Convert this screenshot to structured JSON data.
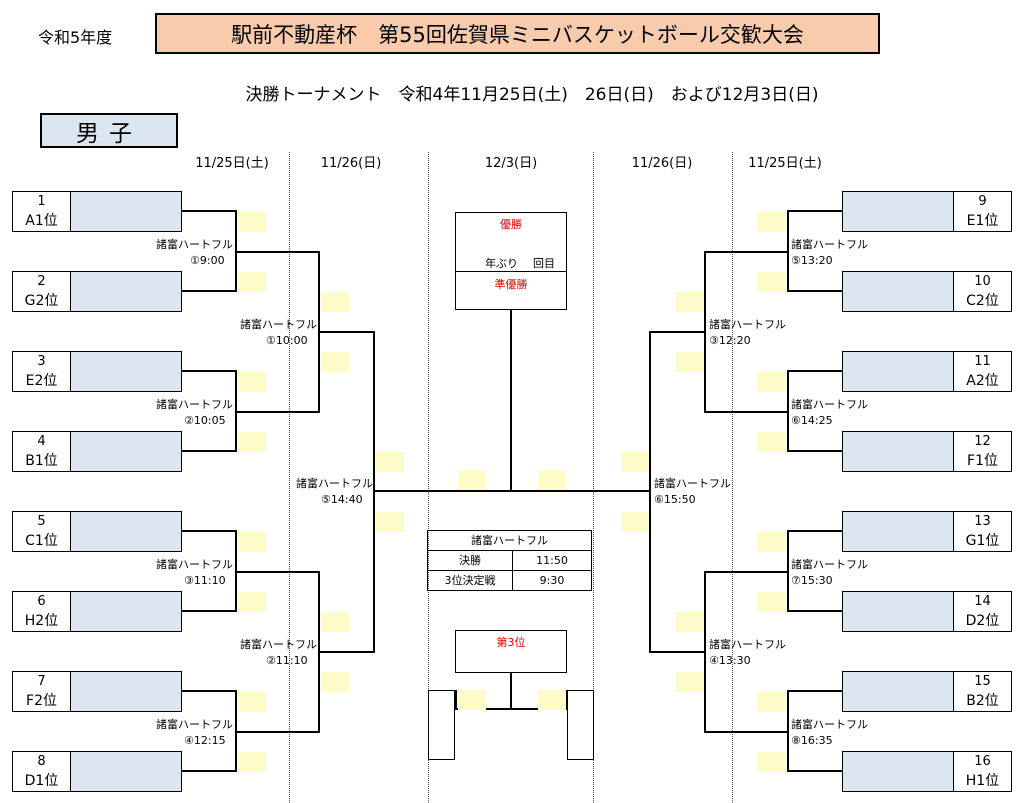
{
  "header": {
    "year": "令和5年度",
    "title": "駅前不動産杯　第55回佐賀県ミニバスケットボール交歓大会",
    "subtitle": "決勝トーナメント　令和4年11月25日(土)　26日(日)　および12月3日(日)",
    "gender": "男子"
  },
  "dates": {
    "d1_left": "11/25日(土)",
    "d2_left": "11/26(日)",
    "final": "12/3(日)",
    "d2_right": "11/26(日)",
    "d1_right": "11/25日(土)"
  },
  "teams_left": [
    {
      "num": "1",
      "rank": "A1位"
    },
    {
      "num": "2",
      "rank": "G2位"
    },
    {
      "num": "3",
      "rank": "E2位"
    },
    {
      "num": "4",
      "rank": "B1位"
    },
    {
      "num": "5",
      "rank": "C1位"
    },
    {
      "num": "6",
      "rank": "H2位"
    },
    {
      "num": "7",
      "rank": "F2位"
    },
    {
      "num": "8",
      "rank": "D1位"
    }
  ],
  "teams_right": [
    {
      "num": "9",
      "rank": "E1位"
    },
    {
      "num": "10",
      "rank": "C2位"
    },
    {
      "num": "11",
      "rank": "A2位"
    },
    {
      "num": "12",
      "rank": "F1位"
    },
    {
      "num": "13",
      "rank": "G1位"
    },
    {
      "num": "14",
      "rank": "D2位"
    },
    {
      "num": "15",
      "rank": "B2位"
    },
    {
      "num": "16",
      "rank": "H1位"
    }
  ],
  "matches": {
    "venue": "諸富ハートフル",
    "m1": "①9:00",
    "m2": "②10:05",
    "m3": "③11:10",
    "m4": "④12:15",
    "m5": "⑤13:20",
    "m6": "⑥14:25",
    "m7": "⑦15:30",
    "m8": "⑧16:35",
    "s1": "①10:00",
    "s2": "②11:10",
    "s3": "③12:20",
    "s4": "④13:30",
    "sf1": "⑤14:40",
    "sf2": "⑥15:50"
  },
  "final_box": {
    "champion": "優勝",
    "years_label": "年ぶり",
    "times_label": "回目",
    "runner_up": "準優勝",
    "third": "第3位"
  },
  "schedule": {
    "venue": "諸富ハートフル",
    "rows": [
      {
        "label": "決勝",
        "time": "11:50"
      },
      {
        "label": "3位決定戦",
        "time": "9:30"
      }
    ]
  },
  "colors": {
    "title_bg": "#f8cbad",
    "team_bg": "#dce6f1",
    "score_bg": "#fdfbc8",
    "accent_red": "#e00000"
  }
}
